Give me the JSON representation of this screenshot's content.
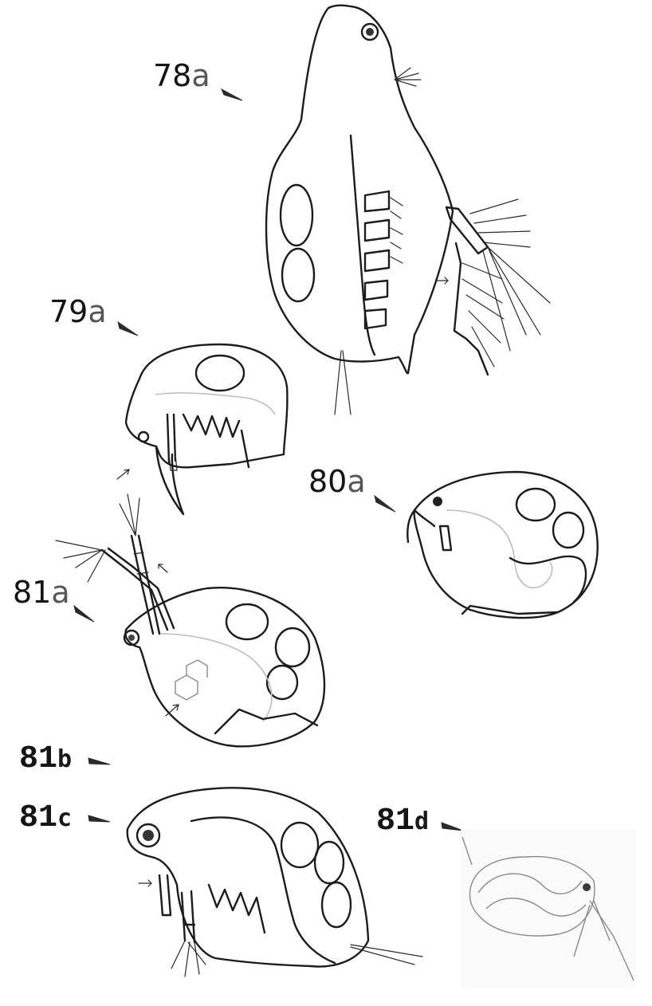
{
  "figure": {
    "labels": [
      {
        "id": "78a",
        "number": "78",
        "suffix": "a"
      },
      {
        "id": "79a",
        "number": "79",
        "suffix": "a"
      },
      {
        "id": "80a",
        "number": "80",
        "suffix": "a"
      },
      {
        "id": "81a",
        "number": "81",
        "suffix": "a"
      },
      {
        "id": "81b",
        "number": "81",
        "suffix": "b"
      },
      {
        "id": "81c",
        "number": "81",
        "suffix": "c"
      },
      {
        "id": "81d",
        "number": "81",
        "suffix": "d"
      }
    ]
  },
  "colors": {
    "ink": "#1c1c1c",
    "paper": "#ffffff",
    "pointer": "#3a3a3a",
    "photo_tint": "#9a9a9a"
  }
}
